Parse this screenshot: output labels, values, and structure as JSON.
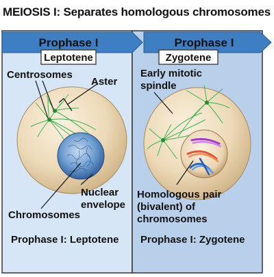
{
  "header": {
    "title": "MEIOSIS I: Separates homologous chromosomes"
  },
  "panels": [
    {
      "stage": "Prophase I",
      "substage": "Leptotene",
      "labels": {
        "centrosomes": "Centrosomes",
        "aster": "Aster",
        "nuclear_envelope_1": "Nuclear",
        "nuclear_envelope_2": "envelope",
        "chromosomes": "Chromosomes"
      },
      "caption": "Prophase I: Leptotene"
    },
    {
      "stage": "Prophase I",
      "substage": "Zygotene",
      "labels": {
        "spindle_1": "Early mitotic",
        "spindle_2": "spindle",
        "pair_1": "Homologous pair",
        "pair_2": "(bivalent) of",
        "pair_3": "chromosomes"
      },
      "caption": "Prophase I: Zygotene"
    }
  ],
  "colors": {
    "panel_left": "#d6e6f7",
    "panel_right": "#b9d0ea",
    "arrow": "#3e7fc4",
    "cell": "#e8d5b2",
    "nucleus": "#5a8fc8",
    "spindle": "#3bb44a"
  }
}
